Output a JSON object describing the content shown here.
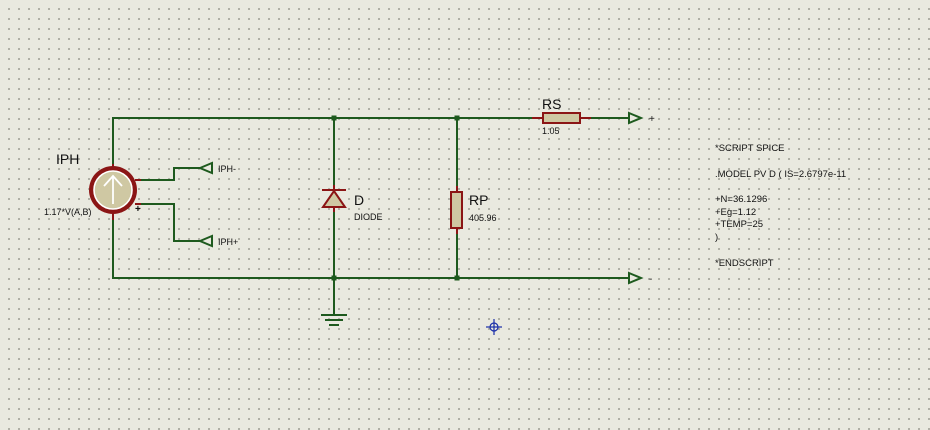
{
  "components": {
    "iph": {
      "ref": "IPH",
      "value": "1.17*V(A,B)",
      "pin_plus": "+"
    },
    "diode": {
      "ref": "D",
      "value": "DIODE"
    },
    "rp": {
      "ref": "RP",
      "value": "405.96"
    },
    "rs": {
      "ref": "RS",
      "value": "1.05"
    }
  },
  "terminals": {
    "iph_minus": "IPH-",
    "iph_plus": "IPH+",
    "out_plus": "+",
    "out_minus": "-"
  },
  "script": {
    "line1": "*SCRIPT SPICE",
    "line2": ".MODEL PV D ( IS=2.6797e-11",
    "line3": "+N=36.1296",
    "line4": "+Eg=1.12",
    "line5": "+TEMP=25",
    "line6": ")",
    "line7": "*ENDSCRIPT"
  },
  "colors": {
    "wire": "#1e5a1e",
    "component": "#8b1515",
    "fill": "#cfc8a3",
    "background": "#e9e9df"
  }
}
